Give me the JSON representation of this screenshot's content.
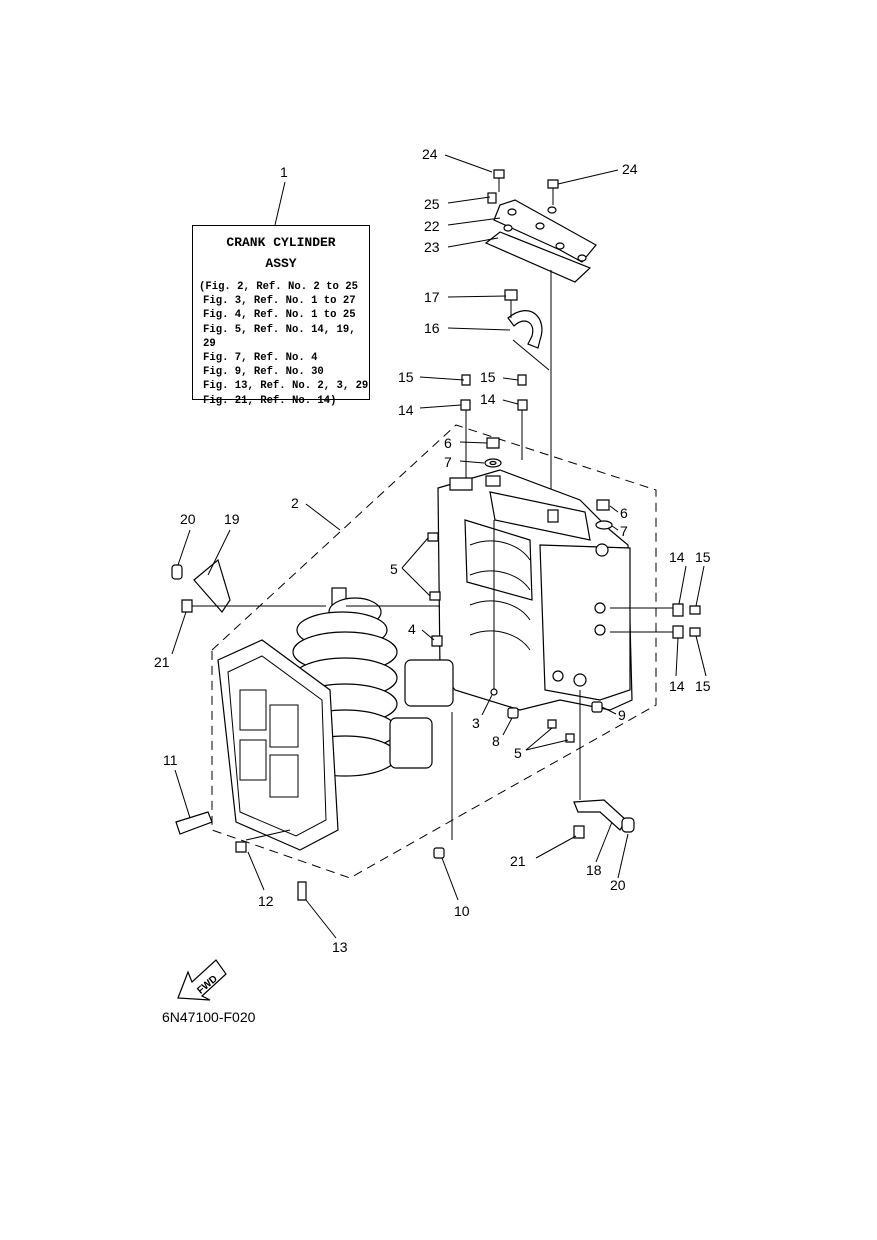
{
  "assy_box": {
    "title_line1": "CRANK CYLINDER",
    "title_line2": "ASSY",
    "refs": [
      "(Fig. 2, Ref. No. 2 to 25",
      "Fig. 3, Ref. No. 1 to 27",
      "Fig. 4, Ref. No. 1 to 25",
      "Fig. 5, Ref. No. 14, 19, 29",
      "Fig. 7, Ref. No. 4",
      "Fig. 9, Ref. No. 30",
      "Fig. 13, Ref. No. 2, 3, 29",
      "Fig. 21, Ref. No. 14)"
    ]
  },
  "callouts": {
    "c1": "1",
    "c2": "2",
    "c3": "3",
    "c4": "4",
    "c5a": "5",
    "c5b": "5",
    "c6a": "6",
    "c6b": "6",
    "c7a": "7",
    "c7b": "7",
    "c8": "8",
    "c9": "9",
    "c10": "10",
    "c11": "11",
    "c12": "12",
    "c13": "13",
    "c14a": "14",
    "c14b": "14",
    "c14c": "14",
    "c14d": "14",
    "c15a": "15",
    "c15b": "15",
    "c15c": "15",
    "c15d": "15",
    "c16": "16",
    "c17": "17",
    "c18": "18",
    "c19": "19",
    "c20a": "20",
    "c20b": "20",
    "c21a": "21",
    "c21b": "21",
    "c22": "22",
    "c23": "23",
    "c24a": "24",
    "c24b": "24",
    "c25": "25"
  },
  "fwd_label": "FWD",
  "diagram_code": "6N47100-F020"
}
